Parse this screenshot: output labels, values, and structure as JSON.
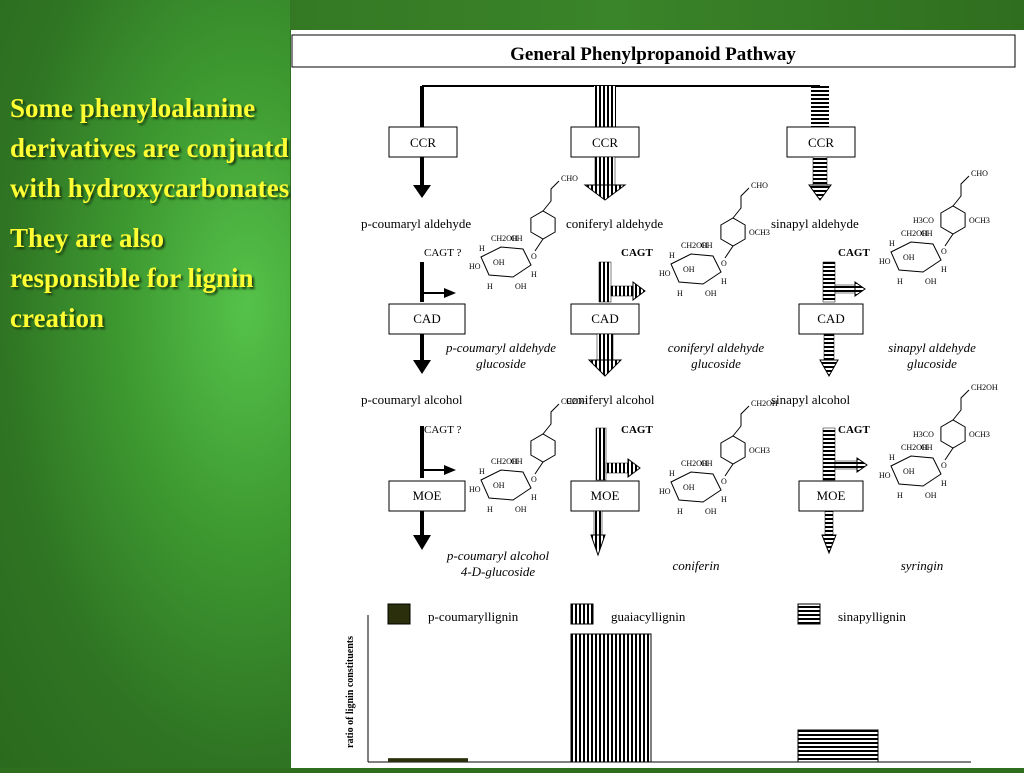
{
  "slide": {
    "bullets": [
      "Some phenyloalanine derivatives are conjuatd with hydroxycarbonates",
      "They are also responsible for lignin creation"
    ]
  },
  "figure": {
    "title": "General Phenylpropanoid Pathway",
    "enzymes": {
      "ccr": "CCR",
      "cad": "CAD",
      "moe": "MOE",
      "cagt": "CAGT",
      "cagt_q": "CAGT ?"
    },
    "columns": [
      {
        "aldehyde": "p-coumaryl aldehyde",
        "alcohol": "p-coumaryl alcohol",
        "aldehyde_glucoside": [
          "p-coumaryl aldehyde",
          "glucoside"
        ],
        "alcohol_glucoside": [
          "p-coumaryl alcohol",
          "4-D-glucoside"
        ]
      },
      {
        "aldehyde": "coniferyl aldehyde",
        "alcohol": "coniferyl alcohol",
        "aldehyde_glucoside": [
          "coniferyl aldehyde",
          "glucoside"
        ],
        "alcohol_glucoside": [
          "coniferin"
        ]
      },
      {
        "aldehyde": "sinapyl aldehyde",
        "alcohol": "sinapyl alcohol",
        "aldehyde_glucoside": [
          "sinapyl aldehyde",
          "glucoside"
        ],
        "alcohol_glucoside": [
          "syringin"
        ]
      }
    ],
    "chem_labels": {
      "cho": "CHO",
      "ch2oh": "CH2OH",
      "och3": "OCH3",
      "h3co": "H3CO",
      "h": "H",
      "oh": "OH",
      "ho": "HO",
      "o": "O"
    },
    "colors": {
      "pcoumaryl": "#2c2f0c",
      "stroke": "#000000",
      "title_border": "#000000"
    }
  },
  "chart_data": {
    "type": "bar",
    "ylabel": "ratio of lignin constituents",
    "categories": [
      "p-coumaryllignin",
      "guaiacyllignin",
      "sinapyllignin"
    ],
    "legend": [
      "p-coumaryllignin",
      "guaiacyllignin",
      "sinapyllignin"
    ],
    "values": [
      0.03,
      1.0,
      0.25
    ],
    "ylim": [
      0,
      1.0
    ],
    "fills": [
      "solid",
      "vertical-stripes",
      "horizontal-stripes"
    ],
    "grid": false,
    "legend_position": "top"
  }
}
